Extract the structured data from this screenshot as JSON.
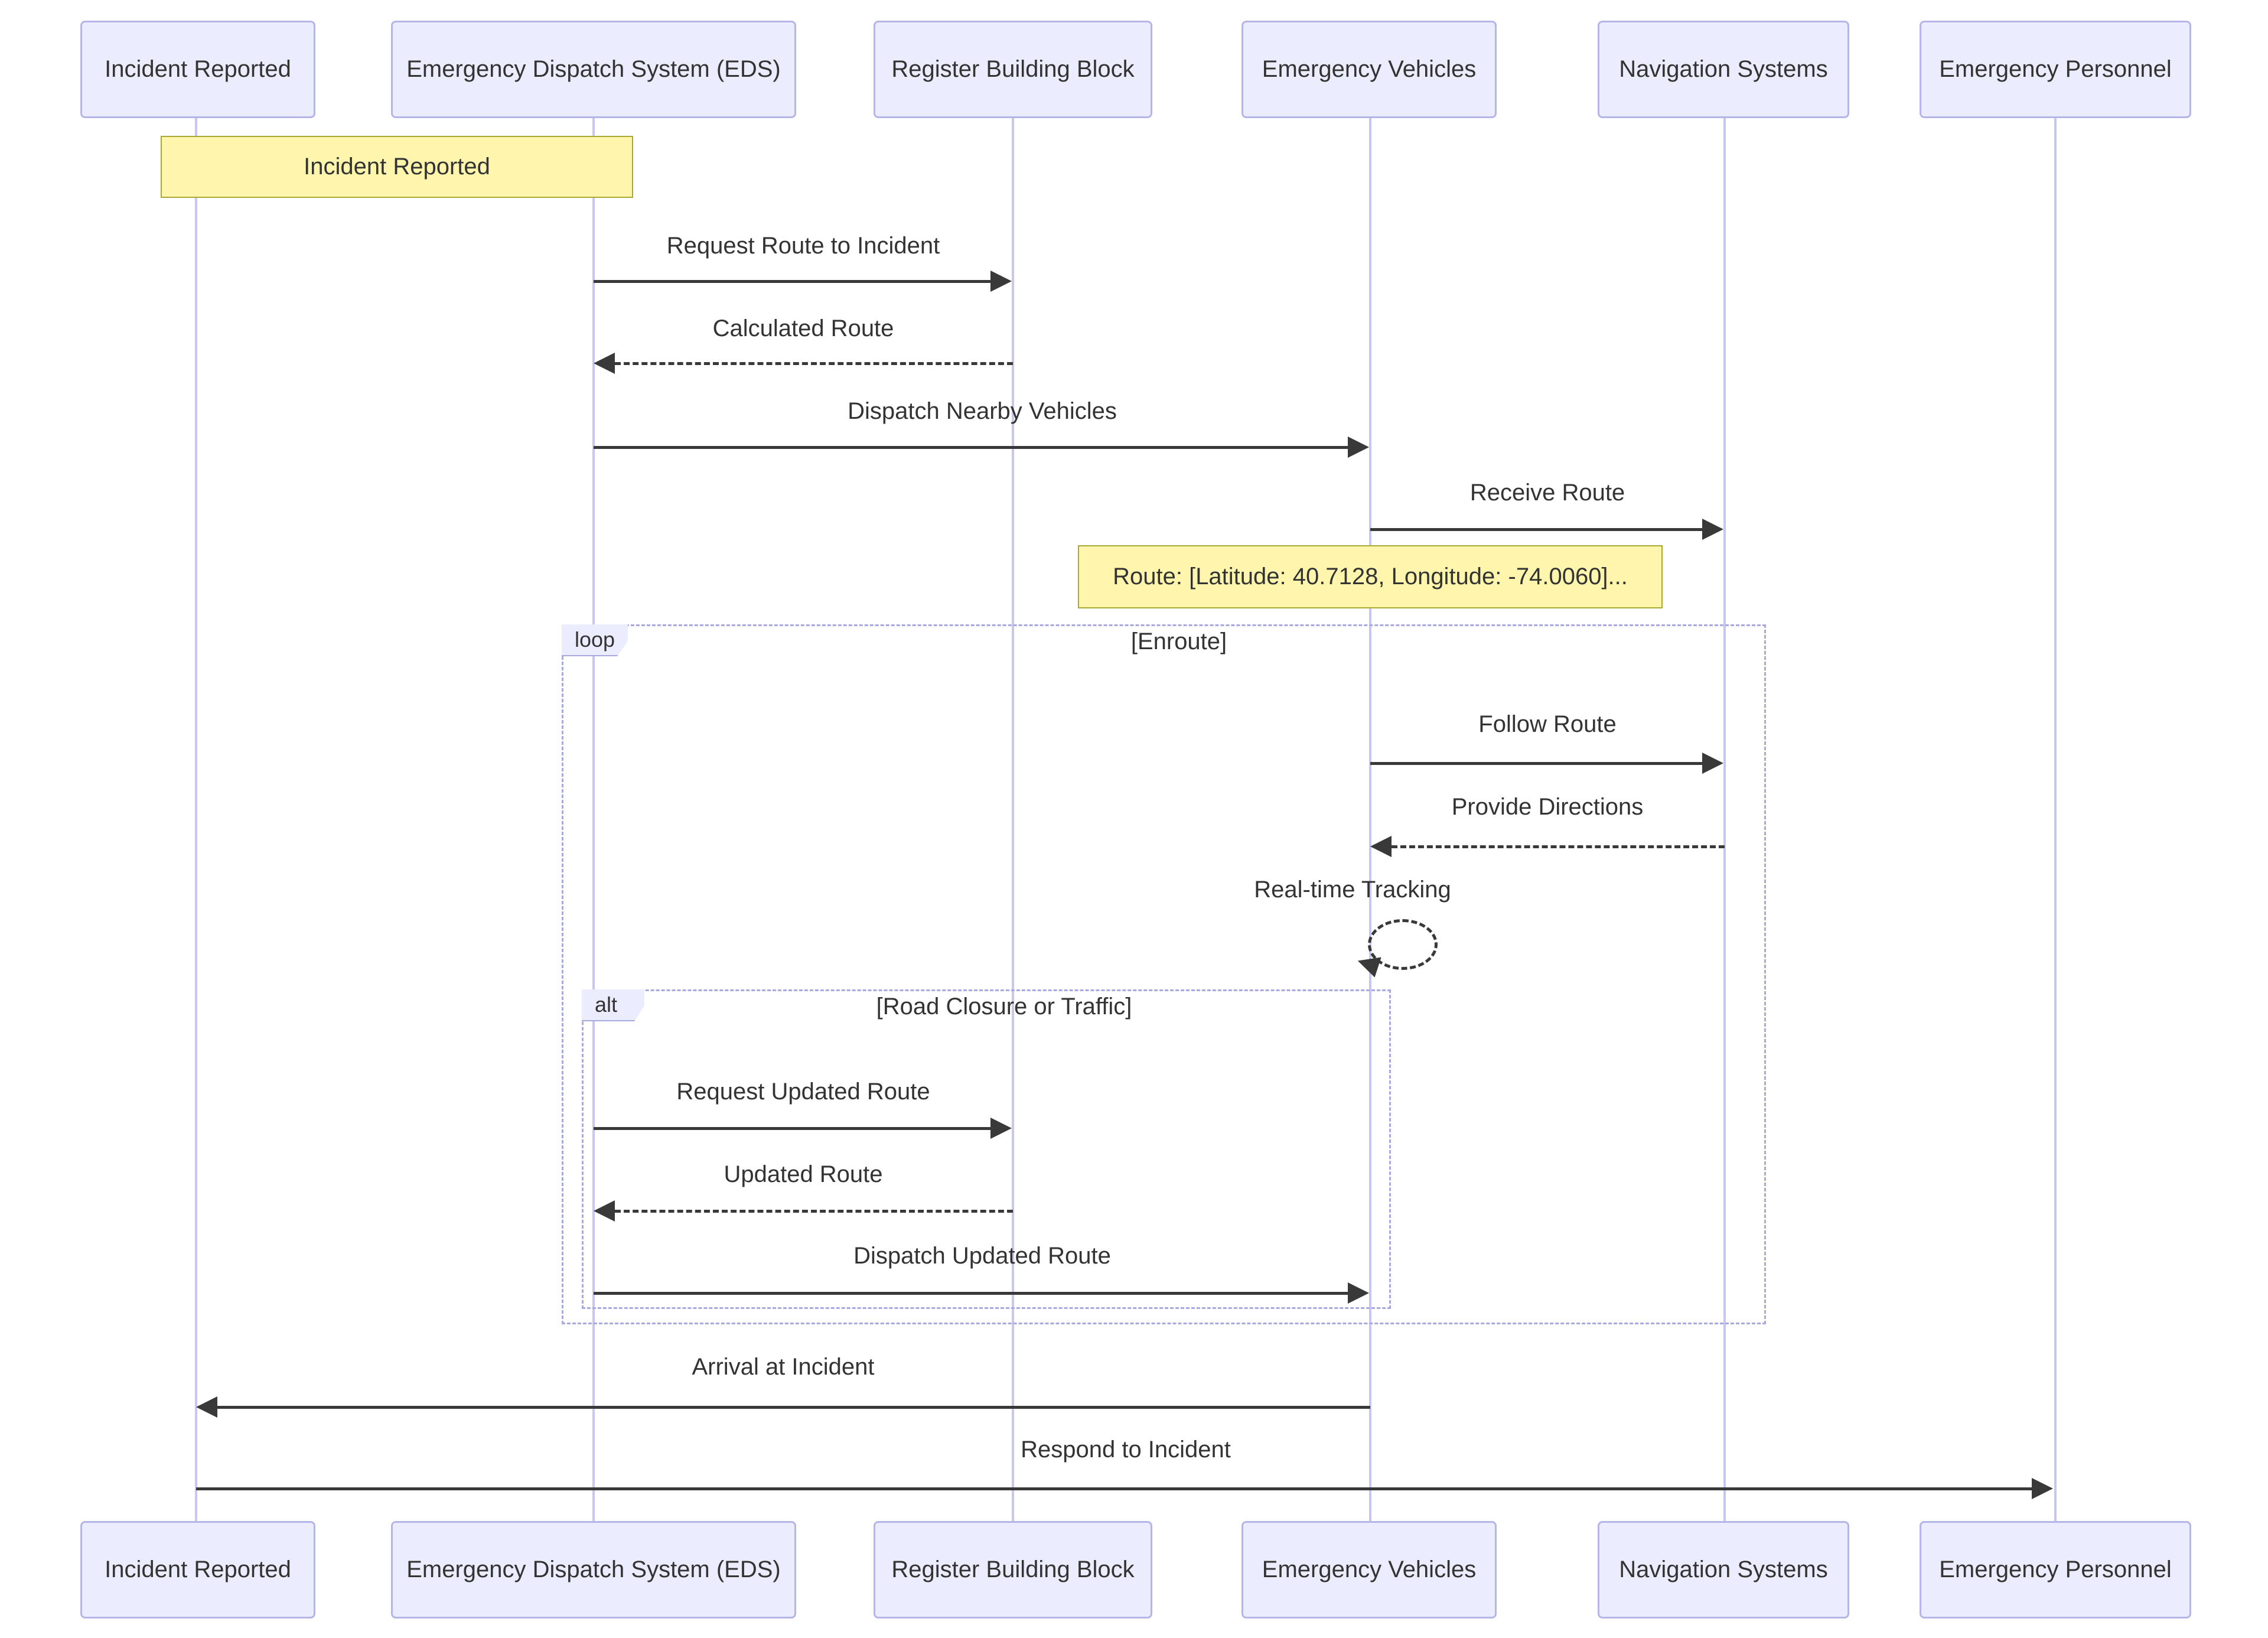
{
  "diagram": {
    "type": "sequence-diagram",
    "participants": [
      {
        "label": "Incident Reported"
      },
      {
        "label": "Emergency Dispatch System (EDS)"
      },
      {
        "label": "Register Building Block"
      },
      {
        "label": "Emergency Vehicles"
      },
      {
        "label": "Navigation Systems"
      },
      {
        "label": "Emergency Personnel"
      }
    ],
    "notes": [
      {
        "text": "Incident Reported",
        "over": "Incident Reported / Emergency Dispatch System (EDS)"
      },
      {
        "text": "Route: [Latitude: 40.7128, Longitude: -74.0060]...",
        "over": "Emergency Vehicles"
      }
    ],
    "messages": [
      {
        "label": "Request Route to Incident",
        "from": "Emergency Dispatch System (EDS)",
        "to": "Register Building Block",
        "style": "solid"
      },
      {
        "label": "Calculated Route",
        "from": "Register Building Block",
        "to": "Emergency Dispatch System (EDS)",
        "style": "dashed"
      },
      {
        "label": "Dispatch Nearby Vehicles",
        "from": "Emergency Dispatch System (EDS)",
        "to": "Emergency Vehicles",
        "style": "solid"
      },
      {
        "label": "Receive Route",
        "from": "Emergency Vehicles",
        "to": "Navigation Systems",
        "style": "solid"
      },
      {
        "label": "Follow Route",
        "from": "Emergency Vehicles",
        "to": "Navigation Systems",
        "style": "solid"
      },
      {
        "label": "Provide Directions",
        "from": "Navigation Systems",
        "to": "Emergency Vehicles",
        "style": "dashed"
      },
      {
        "label": "Real-time Tracking",
        "from": "Emergency Vehicles",
        "to": "Emergency Vehicles",
        "style": "dashed-self"
      },
      {
        "label": "Request Updated Route",
        "from": "Emergency Dispatch System (EDS)",
        "to": "Register Building Block",
        "style": "solid"
      },
      {
        "label": "Updated Route",
        "from": "Register Building Block",
        "to": "Emergency Dispatch System (EDS)",
        "style": "dashed"
      },
      {
        "label": "Dispatch Updated Route",
        "from": "Emergency Dispatch System (EDS)",
        "to": "Emergency Vehicles",
        "style": "solid"
      },
      {
        "label": "Arrival at Incident",
        "from": "Emergency Vehicles",
        "to": "Incident Reported",
        "style": "solid"
      },
      {
        "label": "Respond to Incident",
        "from": "Incident Reported",
        "to": "Emergency Personnel",
        "style": "solid"
      }
    ],
    "frames": [
      {
        "keyword": "loop",
        "condition": "[Enroute]"
      },
      {
        "keyword": "alt",
        "condition": "[Road Closure or Traffic]"
      }
    ],
    "colors": {
      "actor_fill": "#ECECFF",
      "actor_border": "#b5b5e8",
      "note_fill": "#fff5ad",
      "note_border": "#aaaa33",
      "lifeline": "#c7c7f2",
      "frame_border": "#a9a9e2",
      "signal": "#393939",
      "text": "#333333"
    }
  }
}
